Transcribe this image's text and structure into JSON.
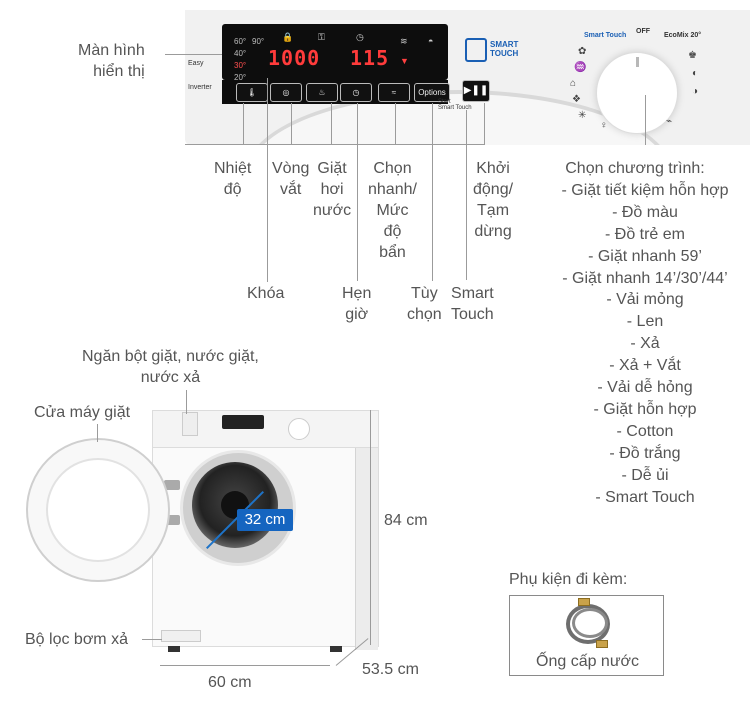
{
  "panel": {
    "display_label": "Màn hình\nhiển thị",
    "brand_easy": "Easy",
    "inverter": "Inverter",
    "temps": [
      "60°",
      "90°",
      "40°",
      "30°",
      "20°"
    ],
    "readout_left": "1000",
    "readout_right": "115",
    "smart_touch": "SMART\nTOUCH",
    "options_btn": "Options",
    "start_smart": "Start\nSmart Touch",
    "dial_labels": [
      "Smart Touch",
      "OFF",
      "EcoMix 20°"
    ],
    "labels": {
      "temperature": "Nhiệt\nđộ",
      "spin": "Vòng\nvắt",
      "steam": "Giặt\nhơi\nnước",
      "quick": "Chọn\nnhanh/\nMức\nđộ\nbẩn",
      "start": "Khởi\nđộng/\nTạm\ndừng",
      "lock": "Khóa",
      "timer": "Hẹn\ngiờ",
      "options": "Tùy\nchọn",
      "smart_touch": "Smart\nTouch"
    }
  },
  "programs": {
    "title": "Chọn chương trình:",
    "items": [
      "- Giặt tiết kiệm hỗn hợp",
      "- Đồ màu",
      "- Đồ trẻ em",
      "- Giặt nhanh 59’",
      "- Giặt nhanh 14’/30’/44’",
      "- Vải mỏng",
      "- Len",
      "- Xả",
      "- Xả + Vắt",
      "- Vải dễ hỏng",
      "- Giặt hỗn hợp",
      "- Cotton",
      "- Đồ trắng",
      "- Dễ ủi",
      "- Smart Touch"
    ]
  },
  "machine": {
    "drawer_label": "Ngăn bột giặt, nước giặt,\nnước xả",
    "door_label": "Cửa máy giặt",
    "filter_label": "Bộ lọc bơm xả",
    "drum_diameter": "32 cm",
    "height": "84 cm",
    "width": "60 cm",
    "depth": "53.5 cm"
  },
  "accessory": {
    "title": "Phụ kiện đi kèm:",
    "item": "Ống cấp nước"
  },
  "colors": {
    "accent_blue": "#1565c0",
    "display_red": "#ff3b3b"
  }
}
